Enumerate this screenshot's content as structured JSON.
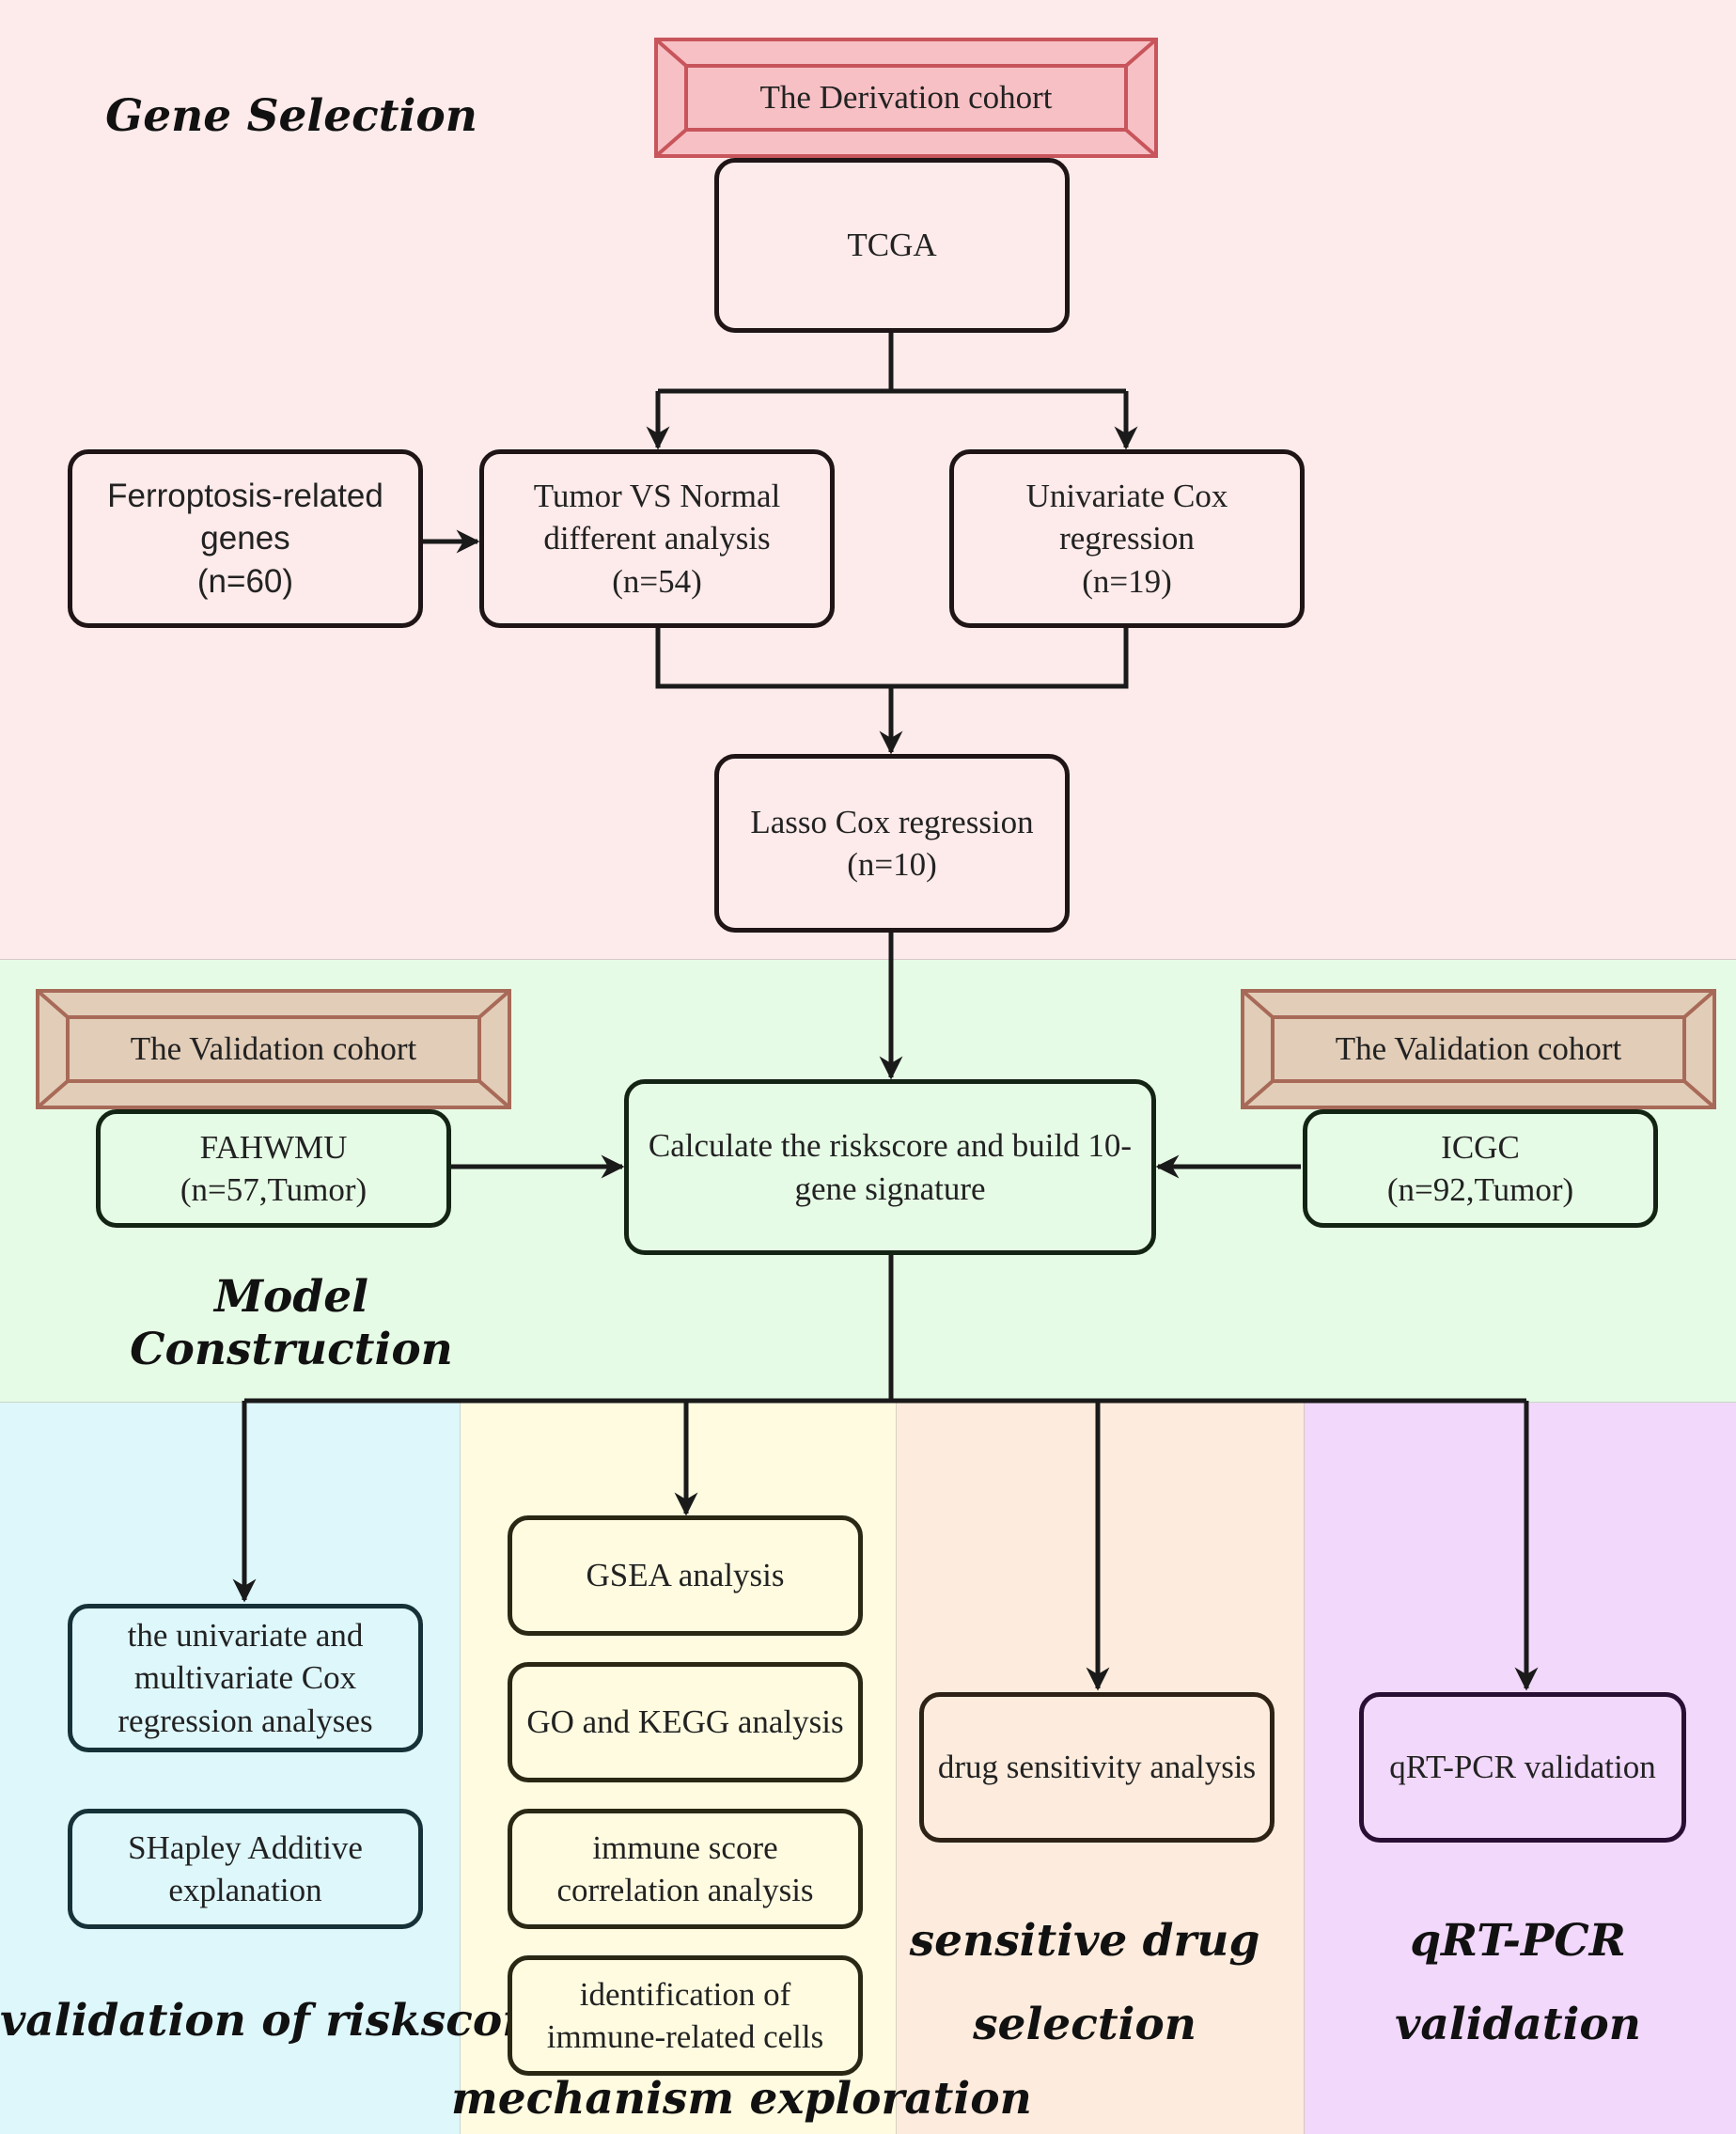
{
  "sections": {
    "gene_selection": "Gene Selection",
    "model_construction": "Model Construction",
    "validation_of_riskscore": "validation of riskscore",
    "mechanism_exploration": "mechanism exploration",
    "sensitive_drug_selection": "sensitive drug\nselection",
    "qrt_pcr_validation": "qRT-PCR\nvalidation"
  },
  "cohorts": {
    "derivation": "The Derivation cohort",
    "validation_left": "The Validation cohort",
    "validation_right": "The Validation cohort"
  },
  "nodes": {
    "tcga": "TCGA",
    "ferroptosis": "Ferroptosis-related\ngenes\n(n=60)",
    "tumor_vs_normal": "Tumor VS Normal\ndifferent analysis\n(n=54)",
    "univariate_cox": "Univariate Cox\nregression\n(n=19)",
    "lasso": "Lasso Cox regression\n(n=10)",
    "riskscore": "Calculate the riskscore and build 10-\ngene signature",
    "fahwmu": "FAHWMU\n(n=57,Tumor)",
    "icgc": "ICGC\n(n=92,Tumor)",
    "univ_multi_cox": "the univariate and\nmultivariate Cox\nregression analyses",
    "shap": "SHapley Additive\nexplanation",
    "gsea": "GSEA analysis",
    "go_kegg": "GO and KEGG analysis",
    "immune_score": "immune score\ncorrelation analysis",
    "immune_cells": "identification of\nimmune-related cells",
    "drug_sensitivity": "drug sensitivity analysis",
    "qrt_pcr": "qRT-PCR validation"
  },
  "colors": {
    "gene_band": "#fdeaea",
    "model_band": "#e6fbe6",
    "validation_band": "#def7fb",
    "mechanism_band": "#fefbe0",
    "drug_band": "#fdecdd",
    "qpcr_band": "#f2d8fb",
    "derivation_banner": "#f7c0c4",
    "derivation_banner_border": "#c8555c",
    "validation_banner": "#e2cdb8",
    "validation_banner_border": "#a86a58"
  }
}
